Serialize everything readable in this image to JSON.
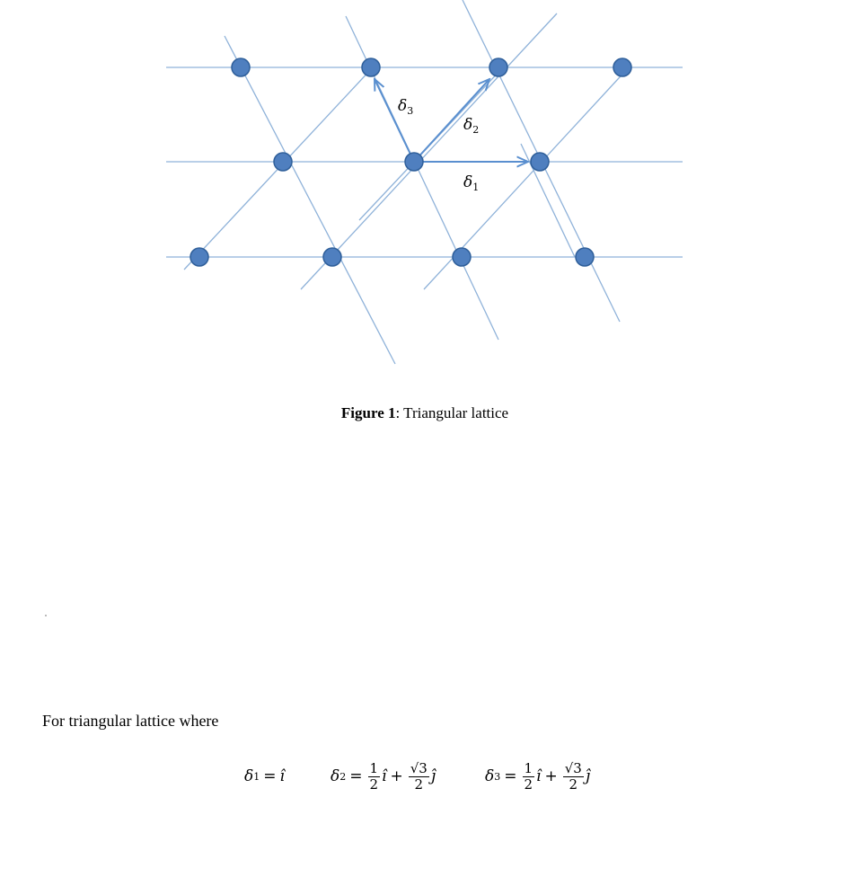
{
  "figure": {
    "caption_bold": "Figure 1",
    "caption_rest": ": Triangular lattice",
    "vector_labels": [
      {
        "sym": "δ",
        "sub": "3"
      },
      {
        "sym": "δ",
        "sub": "2"
      },
      {
        "sym": "δ",
        "sub": "1"
      }
    ],
    "colors": {
      "line": "#8fb2d9",
      "node_fill": "#4f7fbf",
      "node_stroke": "#2f5f9a",
      "arrow": "#5a8fcf"
    }
  },
  "text": {
    "intro": "For triangular lattice where"
  },
  "equations": {
    "d1": {
      "sym": "δ",
      "sub": "1",
      "eq": "=",
      "rhs": "î"
    },
    "d2": {
      "sym": "δ",
      "sub": "2",
      "eq": "=",
      "f1_num": "1",
      "f1_den": "2",
      "i": "î",
      "plus": "+",
      "f2_num": "√3",
      "f2_den": "2",
      "j": "ĵ"
    },
    "d3": {
      "sym": "δ",
      "sub": "3",
      "eq": "=",
      "f1_num": "1",
      "f1_den": "2",
      "i": "î",
      "plus": "+",
      "f2_num": "√3",
      "f2_den": "2",
      "j": "ĵ"
    }
  }
}
